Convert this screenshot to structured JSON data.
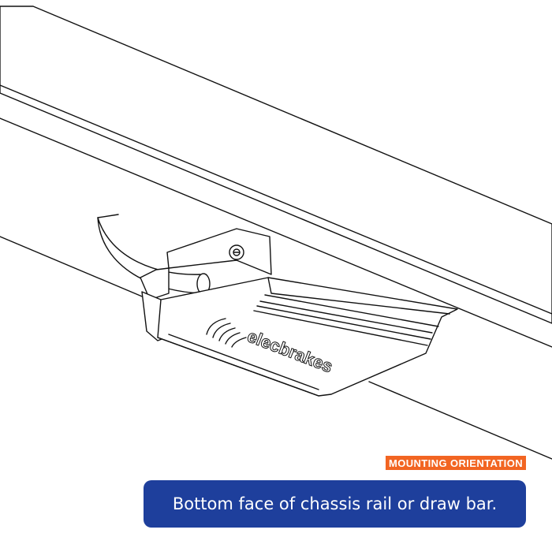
{
  "label": {
    "tag_text": "MOUNTING ORIENTATION",
    "caption_text": "Bottom face of chassis rail or draw bar."
  },
  "device": {
    "brand_text": "elecbrakes"
  },
  "colors": {
    "tag_background": "#f26522",
    "caption_background": "#1e3f9c",
    "line_art": "#111111"
  }
}
